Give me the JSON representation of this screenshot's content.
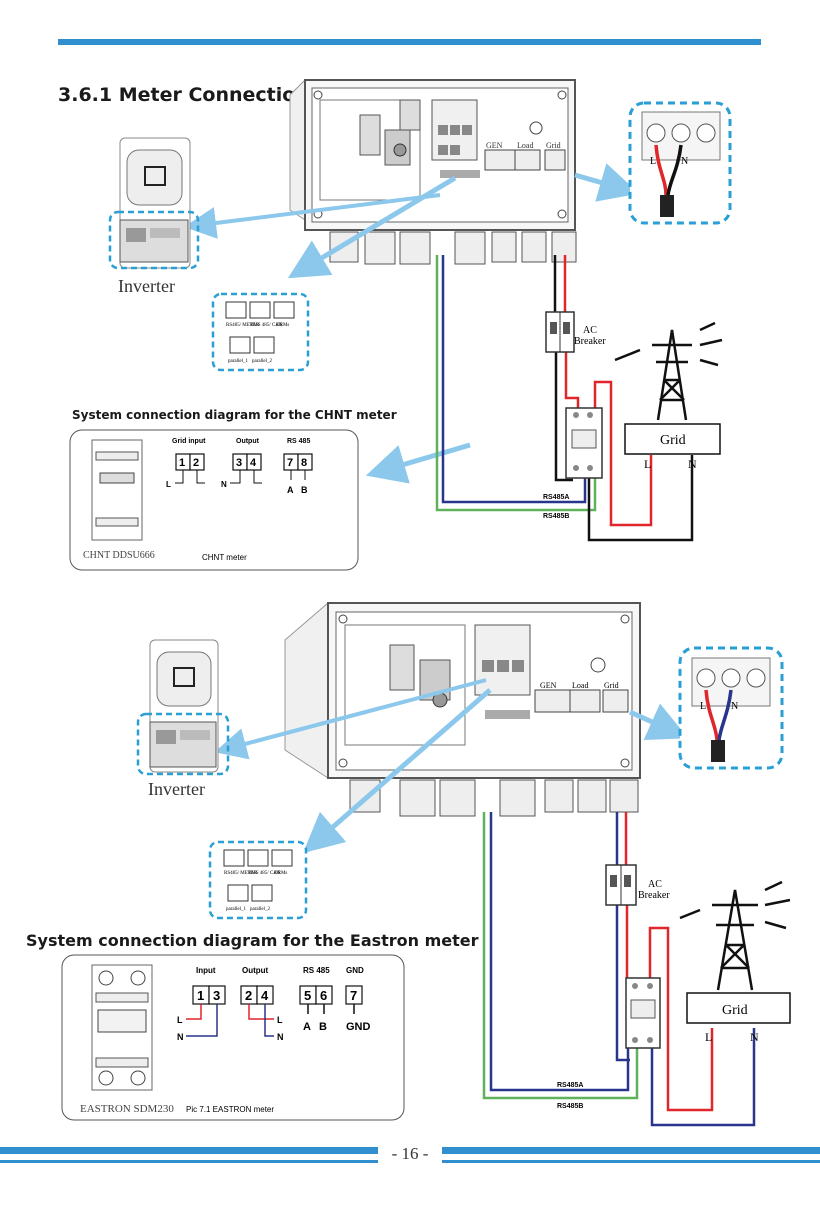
{
  "section_title": "3.6.1 Meter Connection",
  "top_diagram": {
    "inverter_label": "Inverter",
    "port_labels": [
      "RS485/ METER",
      "RMS 485/ CAN",
      "DRMs"
    ],
    "parallel_labels": [
      "parallel_1",
      "parallel_2"
    ],
    "terminal_labels": [
      "GEN",
      "Load",
      "Grid"
    ],
    "terminal_LN": [
      "L",
      "N"
    ],
    "breaker_label": [
      "AC",
      "Breaker"
    ],
    "grid_label": "Grid",
    "grid_LN": [
      "L",
      "N"
    ],
    "rs485a": "RS485A",
    "rs485b": "RS485B",
    "caption": "System connection diagram for the CHNT meter",
    "meter": {
      "model": "CHNT  DDSU666",
      "name": "CHNT meter",
      "headers": [
        "Grid input",
        "Output",
        "RS 485"
      ],
      "terminals": [
        "1",
        "2",
        "3",
        "4",
        "7",
        "8"
      ],
      "line_labels": [
        "L",
        "N"
      ],
      "rs_labels": [
        "A",
        "B"
      ]
    }
  },
  "bottom_diagram": {
    "inverter_label": "Inverter",
    "port_labels": [
      "RS485/ METER",
      "RMS 485/ CAN",
      "DRMs"
    ],
    "parallel_labels": [
      "parallel_1",
      "parallel_2"
    ],
    "terminal_labels": [
      "GEN",
      "Load",
      "Grid"
    ],
    "terminal_LN": [
      "L",
      "N"
    ],
    "breaker_label": [
      "AC",
      "Breaker"
    ],
    "grid_label": "Grid",
    "grid_LN": [
      "L",
      "N"
    ],
    "rs485a": "RS485A",
    "rs485b": "RS485B",
    "caption": "System connection diagram for the Eastron meter",
    "meter": {
      "model": "EASTRON  SDM230",
      "name": "Pic 7.1 EASTRON meter",
      "headers": [
        "Input",
        "Output",
        "RS 485",
        "GND"
      ],
      "terminals": [
        "1",
        "3",
        "2",
        "4",
        "5",
        "6",
        "7"
      ],
      "line_labels_in": [
        "L",
        "N"
      ],
      "line_labels_out": [
        "L",
        "N"
      ],
      "rs_labels": [
        "A",
        "B"
      ],
      "gnd_label": "GND"
    }
  },
  "page_number": "- 16 -",
  "colors": {
    "accent_blue": "#2f8fcf",
    "arrow_blue": "#8cc8ec",
    "dashed_blue": "#2a9fd6",
    "wire_red": "#e0252b",
    "wire_navy": "#28358c",
    "wire_green": "#5fb25a"
  }
}
